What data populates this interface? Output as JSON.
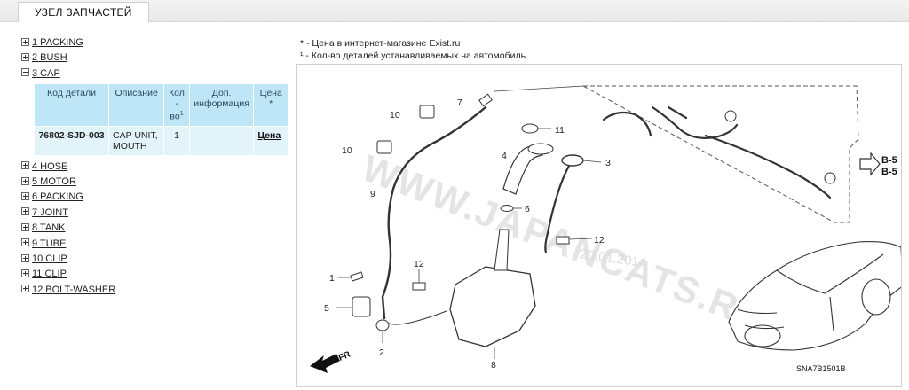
{
  "tab": {
    "label": "УЗЕЛ ЗАПЧАСТЕЙ"
  },
  "tree": {
    "items": [
      {
        "label": "1 PACKING",
        "expanded": false
      },
      {
        "label": "2 BUSH",
        "expanded": false
      },
      {
        "label": "3 CAP",
        "expanded": true
      },
      {
        "label": "4 HOSE",
        "expanded": false
      },
      {
        "label": "5 MOTOR",
        "expanded": false
      },
      {
        "label": "6 PACKING",
        "expanded": false
      },
      {
        "label": "7 JOINT",
        "expanded": false
      },
      {
        "label": "8 TANK",
        "expanded": false
      },
      {
        "label": "9 TUBE",
        "expanded": false
      },
      {
        "label": "10 CLIP",
        "expanded": false
      },
      {
        "label": "11 CLIP",
        "expanded": false
      },
      {
        "label": "12 BOLT-WASHER",
        "expanded": false
      }
    ]
  },
  "parts_table": {
    "headers": {
      "code": "Код детали",
      "description": "Описание",
      "qty": "Кол - во",
      "qty_sup": "1",
      "info": "Доп. информация",
      "price": "Цена",
      "price_sup": "*"
    },
    "rows": [
      {
        "code": "76802-SJD-003",
        "description": "CAP UNIT, MOUTH",
        "qty": "1",
        "info": "",
        "price": "Цена"
      }
    ]
  },
  "notes": {
    "line1": "* - Цена в интернет-магазине Exist.ru",
    "line2": "¹ - Кол-во деталей устанавливаемых на автомобиль."
  },
  "diagram": {
    "callouts": [
      "1",
      "2",
      "3",
      "4",
      "5",
      "6",
      "7",
      "8",
      "9",
      "10",
      "10",
      "11",
      "12",
      "12"
    ],
    "ref_b5_top": "B-5",
    "ref_b5_bottom": "B-5",
    "fr_label": "FR.",
    "drawing_code": "SNA7B1501B",
    "watermark": "WWW.JAPANCATS.RU",
    "watermark_date": "20.01.2014"
  }
}
